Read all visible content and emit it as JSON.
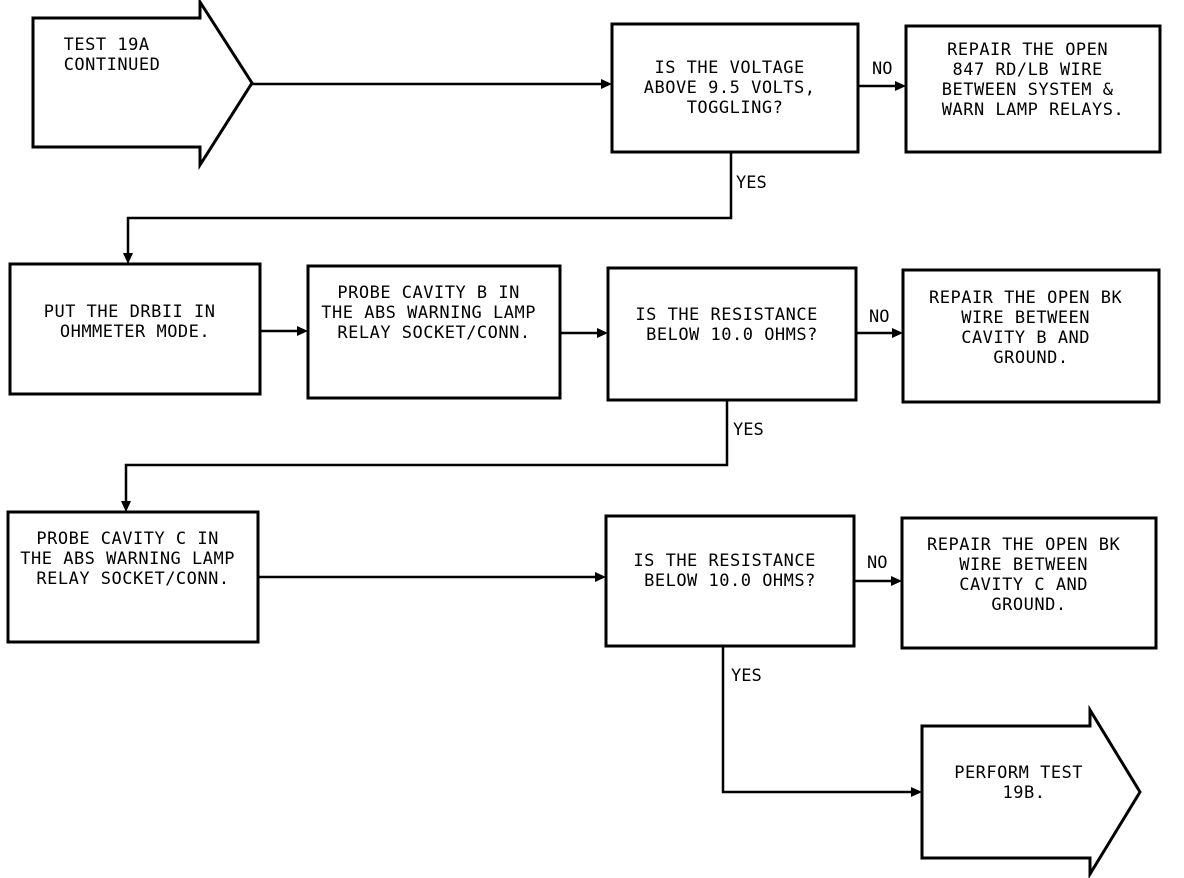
{
  "start_arrow": {
    "lines": [
      "TEST 19A",
      "CONTINUED"
    ]
  },
  "end_arrow": {
    "lines": [
      "PERFORM TEST",
      "19B."
    ]
  },
  "boxes": {
    "q_voltage": {
      "lines": [
        "IS THE VOLTAGE",
        "ABOVE 9.5 VOLTS,",
        "TOGGLING?"
      ]
    },
    "repair_847": {
      "lines": [
        "REPAIR THE OPEN",
        "847  RD/LB WIRE",
        "BETWEEN SYSTEM &",
        "WARN LAMP RELAYS."
      ]
    },
    "ohmmeter": {
      "lines": [
        "PUT THE DRBII IN",
        "OHMMETER MODE."
      ]
    },
    "probe_b": {
      "lines": [
        "PROBE CAVITY B IN",
        "THE ABS WARNING LAMP",
        "RELAY SOCKET/CONN."
      ]
    },
    "q_res_b": {
      "lines": [
        "IS THE RESISTANCE",
        "BELOW 10.0 OHMS?"
      ]
    },
    "repair_b": {
      "lines": [
        "REPAIR THE OPEN BK",
        "WIRE BETWEEN",
        "CAVITY B AND",
        "GROUND."
      ]
    },
    "probe_c": {
      "lines": [
        "PROBE CAVITY C IN",
        "THE ABS WARNING LAMP",
        "RELAY SOCKET/CONN."
      ]
    },
    "q_res_c": {
      "lines": [
        "IS THE RESISTANCE",
        "BELOW 10.0 OHMS?"
      ]
    },
    "repair_c": {
      "lines": [
        "REPAIR THE OPEN BK",
        "WIRE BETWEEN",
        "CAVITY C AND",
        "GROUND."
      ]
    }
  },
  "labels": {
    "no_1": "NO",
    "yes_1": "YES",
    "no_2": "NO",
    "yes_2": "YES",
    "no_3": "NO",
    "yes_3": "YES"
  }
}
